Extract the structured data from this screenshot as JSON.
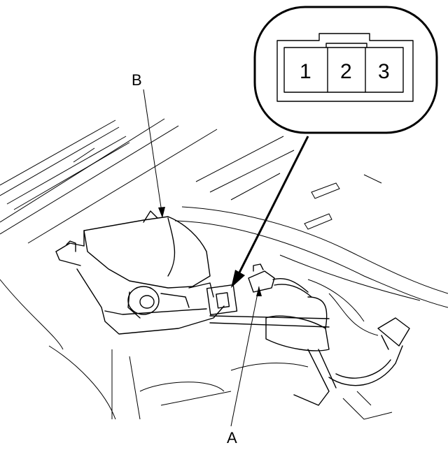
{
  "callouts": {
    "a": "A",
    "b": "B"
  },
  "connector_inset": {
    "pins": [
      "1",
      "2",
      "3"
    ]
  }
}
